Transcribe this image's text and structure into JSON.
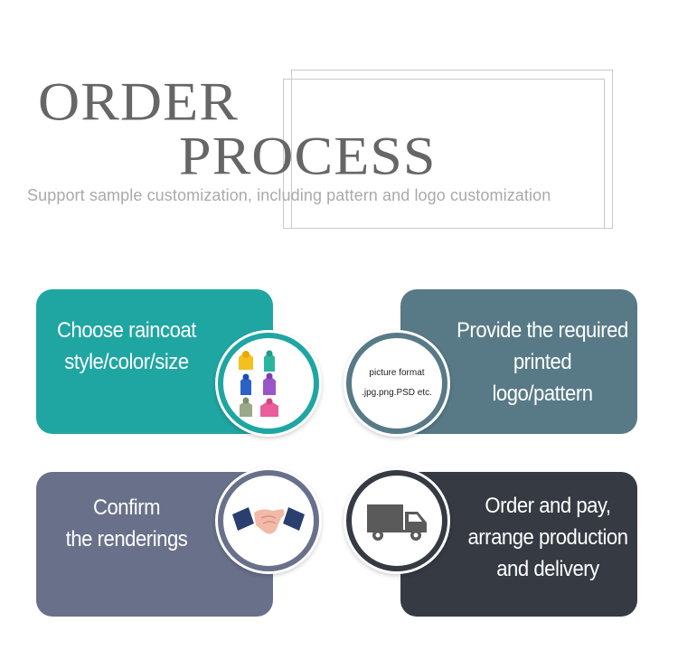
{
  "header": {
    "title_line1": "ORDER",
    "title_line2": "PROCESS",
    "subtitle": "Support sample customization, including pattern and logo customization"
  },
  "steps": [
    {
      "lines": [
        "Choose raincoat",
        "style/color/size"
      ],
      "icon": "raincoats-icon",
      "color": "#1fa6a3"
    },
    {
      "lines": [
        "Provide the required",
        "printed",
        "logo/pattern"
      ],
      "icon": "picture-format-icon",
      "color": "#577a86",
      "icon_text": [
        "picture format",
        ".jpg.png.PSD etc."
      ]
    },
    {
      "lines": [
        "Confirm",
        "the renderings"
      ],
      "icon": "handshake-icon",
      "color": "#69708a"
    },
    {
      "lines": [
        "Order and pay,",
        "arrange production",
        "and delivery"
      ],
      "icon": "delivery-truck-icon",
      "color": "#353a43"
    }
  ]
}
